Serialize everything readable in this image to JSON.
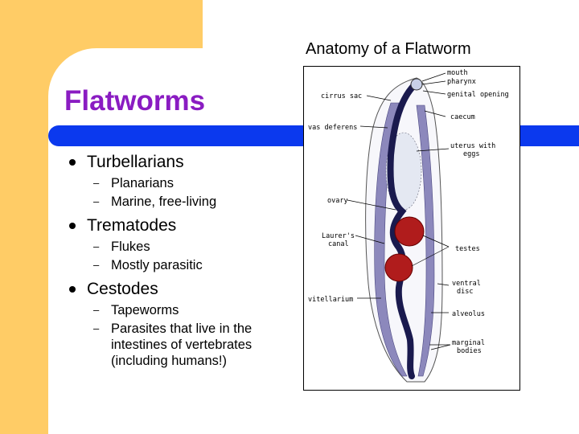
{
  "slide": {
    "title": "Flatworms",
    "diagram_title": "Anatomy of a Flatworm"
  },
  "bullets": [
    {
      "label": "Turbellarians",
      "subs": [
        "Planarians",
        "Marine, free-living"
      ]
    },
    {
      "label": "Trematodes",
      "subs": [
        "Flukes",
        "Mostly parasitic"
      ]
    },
    {
      "label": "Cestodes",
      "subs": [
        "Tapeworms",
        "Parasites that live in the intestines of vertebrates (including humans!)"
      ]
    }
  ],
  "diagram_labels": {
    "mouth": "mouth",
    "pharynx": "pharynx",
    "genital_opening": "genital opening",
    "cirrus_sac": "cirrus sac",
    "caecum": "caecum",
    "vas_deferens": "vas deferens",
    "uterus_line1": "uterus with",
    "uterus_line2": "eggs",
    "ovary": "ovary",
    "laurers_line1": "Laurer's",
    "laurers_line2": "canal",
    "testes": "testes",
    "ventral_line1": "ventral",
    "ventral_line2": "disc",
    "vitellarium": "vitellarium",
    "alveolus": "alveolus",
    "marginal_line1": "marginal",
    "marginal_line2": "bodies"
  },
  "colors": {
    "accent_yellow": "#ffcc66",
    "accent_blue": "#0b39ee",
    "title_purple": "#8a1cc2",
    "organ_red": "#b01c1c",
    "gut_navy": "#1a1a4e",
    "vitellarium_purple": "#8c88bc"
  }
}
